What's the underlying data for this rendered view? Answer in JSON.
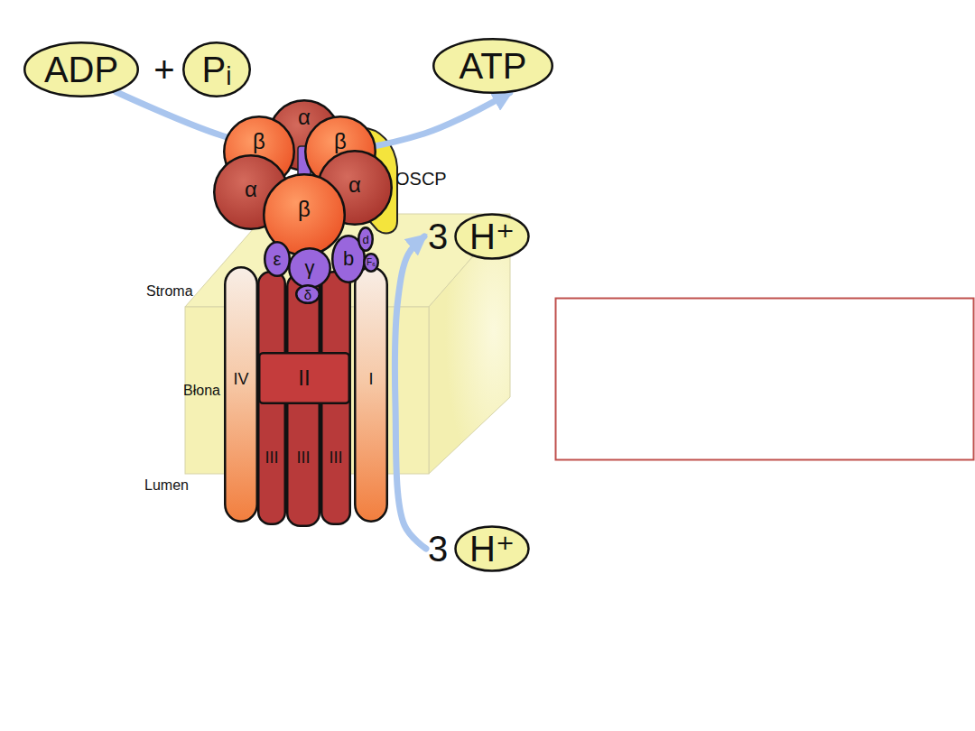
{
  "diagram": {
    "nodes": [
      {
        "text": [
          "ADP"
        ]
      },
      {
        "text": [
          "Pᵢ"
        ]
      },
      {
        "text": [
          "ATP"
        ]
      },
      {
        "text": [
          "α"
        ]
      },
      {
        "text": [
          "β"
        ]
      },
      {
        "text": [
          "β"
        ]
      },
      {
        "text": [
          "α"
        ]
      },
      {
        "text": [
          "α"
        ]
      },
      {
        "text": [
          "β"
        ]
      },
      {
        "text": [
          "ε"
        ]
      },
      {
        "text": [
          "γ"
        ]
      },
      {
        "text": [
          "δ"
        ]
      },
      {
        "text": [
          "b"
        ]
      },
      {
        "text": [
          "d"
        ]
      },
      {
        "text": [
          "F₆"
        ]
      },
      {
        "text": [
          "IV"
        ]
      },
      {
        "text": [
          "II"
        ]
      },
      {
        "text": [
          "I"
        ]
      },
      {
        "text": [
          "III"
        ]
      },
      {
        "text": [
          "III"
        ]
      },
      {
        "text": [
          "III"
        ]
      },
      {
        "text": [
          "3",
          "H⁺"
        ]
      },
      {
        "text": [
          "3",
          "H⁺"
        ]
      }
    ],
    "edges": [
      {
        "from": 0,
        "to": 2,
        "arrow": "to"
      },
      {
        "from": 22,
        "to": 21,
        "arrow": "to"
      }
    ],
    "labels": [
      "+",
      "OSCP",
      "Stroma",
      "Błona",
      "Lumen"
    ]
  }
}
